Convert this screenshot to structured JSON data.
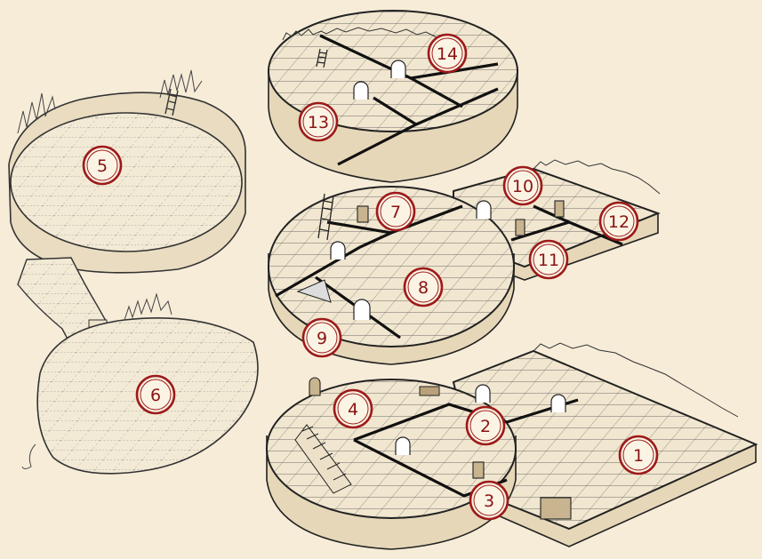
{
  "colors": {
    "background": "#f6ecd8",
    "floor": "#f1e6cf",
    "ink": "#222222",
    "marker": "#9d1a1a",
    "marker_fill": "#fbf4e4"
  },
  "markers": [
    {
      "id": "marker-1",
      "label": "1"
    },
    {
      "id": "marker-2",
      "label": "2"
    },
    {
      "id": "marker-3",
      "label": "3"
    },
    {
      "id": "marker-4",
      "label": "4"
    },
    {
      "id": "marker-5",
      "label": "5"
    },
    {
      "id": "marker-6",
      "label": "6"
    },
    {
      "id": "marker-7",
      "label": "7"
    },
    {
      "id": "marker-8",
      "label": "8"
    },
    {
      "id": "marker-9",
      "label": "9"
    },
    {
      "id": "marker-10",
      "label": "10"
    },
    {
      "id": "marker-11",
      "label": "11"
    },
    {
      "id": "marker-12",
      "label": "12"
    },
    {
      "id": "marker-13",
      "label": "13"
    },
    {
      "id": "marker-14",
      "label": "14"
    }
  ]
}
